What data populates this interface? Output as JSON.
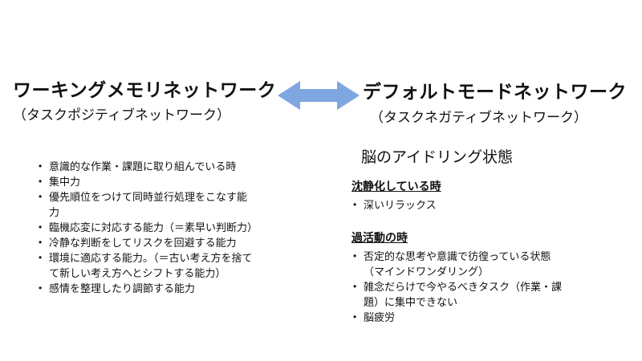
{
  "arrow": {
    "color": "#7EA6E0"
  },
  "left_panel": {
    "title": "ワーキングメモリネットワーク",
    "subtitle": "（タスクポジティブネットワーク）",
    "bullets": [
      "意識的な作業・課題に取り組んでいる時",
      "集中力",
      "優先順位をつけて同時並行処理をこなす能力",
      "臨機応変に対応する能力（＝素早い判断力）",
      "冷静な判断をしてリスクを回避する能力",
      "環境に適応する能力。（＝古い考え方を捨てて新しい考え方へとシフトする能力）",
      "感情を整理したり調節する能力"
    ]
  },
  "right_panel": {
    "title": "デフォルトモードネットワーク",
    "subtitle": "（タスクネガティブネットワーク）",
    "heading": "脳のアイドリング状態",
    "sections": [
      {
        "heading": "沈静化している時",
        "bullets": [
          "深いリラックス"
        ]
      },
      {
        "heading": "過活動の時",
        "bullets": [
          "否定的な思考や意識で彷徨っている状態（マインドワンダリング）",
          "雑念だらけで今やるべきタスク（作業・課題）に集中できない",
          "脳疲労"
        ]
      }
    ]
  }
}
